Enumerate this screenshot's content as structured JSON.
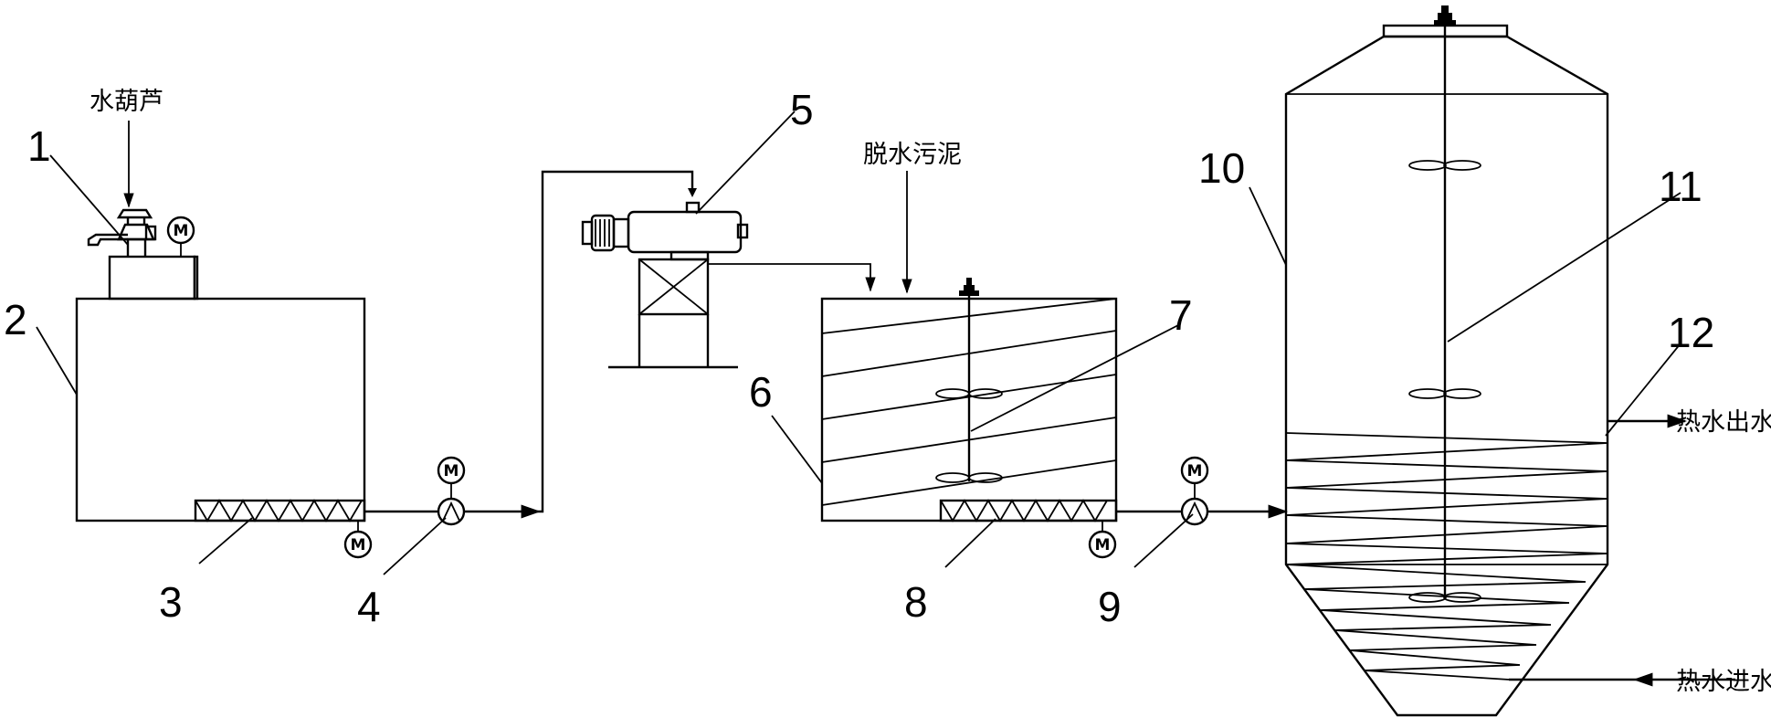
{
  "labels": {
    "feed_top": "水葫芦",
    "sludge_feed": "脱水污泥",
    "hot_water_out": "热水出水",
    "hot_water_in": "热水进水",
    "motor": "M"
  },
  "callouts": [
    "1",
    "2",
    "3",
    "4",
    "5",
    "6",
    "7",
    "8",
    "9",
    "10",
    "11",
    "12"
  ]
}
